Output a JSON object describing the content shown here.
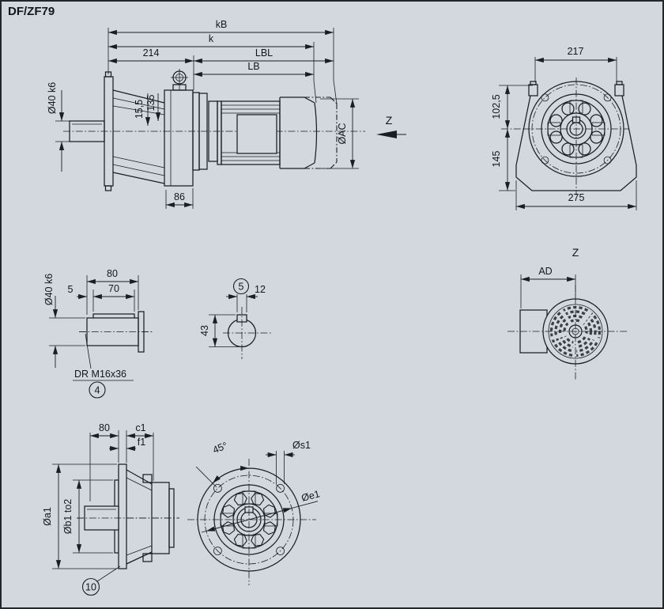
{
  "title": "DF/ZF79",
  "colors": {
    "background": "#d2d8de",
    "line": "#1a1e22"
  },
  "side_view": {
    "dims": {
      "kb": "kB",
      "k": "k",
      "n214": "214",
      "lbl": "LBL",
      "lb": "LB",
      "shaft_dia": "Ø40 k6",
      "n155": "15,5",
      "n135": "135",
      "n86": "86",
      "ac": "ØAC"
    },
    "view_direction_label": "Z"
  },
  "front_view": {
    "dims": {
      "n217": "217",
      "n1025": "102,5",
      "n145": "145",
      "n275": "275"
    }
  },
  "shaft_detail": {
    "dims": {
      "n80": "80",
      "n70": "70",
      "n5": "5",
      "shaft_dia": "Ø40 k6"
    },
    "callout": "DR M16x36",
    "balloon": "4"
  },
  "shaft_section": {
    "dims": {
      "n12": "12",
      "n43": "43"
    },
    "balloon": "5"
  },
  "fan_view": {
    "label": "Z",
    "dims": {
      "ad": "AD"
    }
  },
  "flange_side_view": {
    "dims": {
      "n80": "80",
      "c1": "c1",
      "f1": "f1",
      "a1": "Øa1",
      "b1": "Øb1 to2"
    },
    "balloon": "10"
  },
  "flange_front_view": {
    "dims": {
      "angle": "45°",
      "s1": "Øs1",
      "e1": "Øe1"
    }
  }
}
